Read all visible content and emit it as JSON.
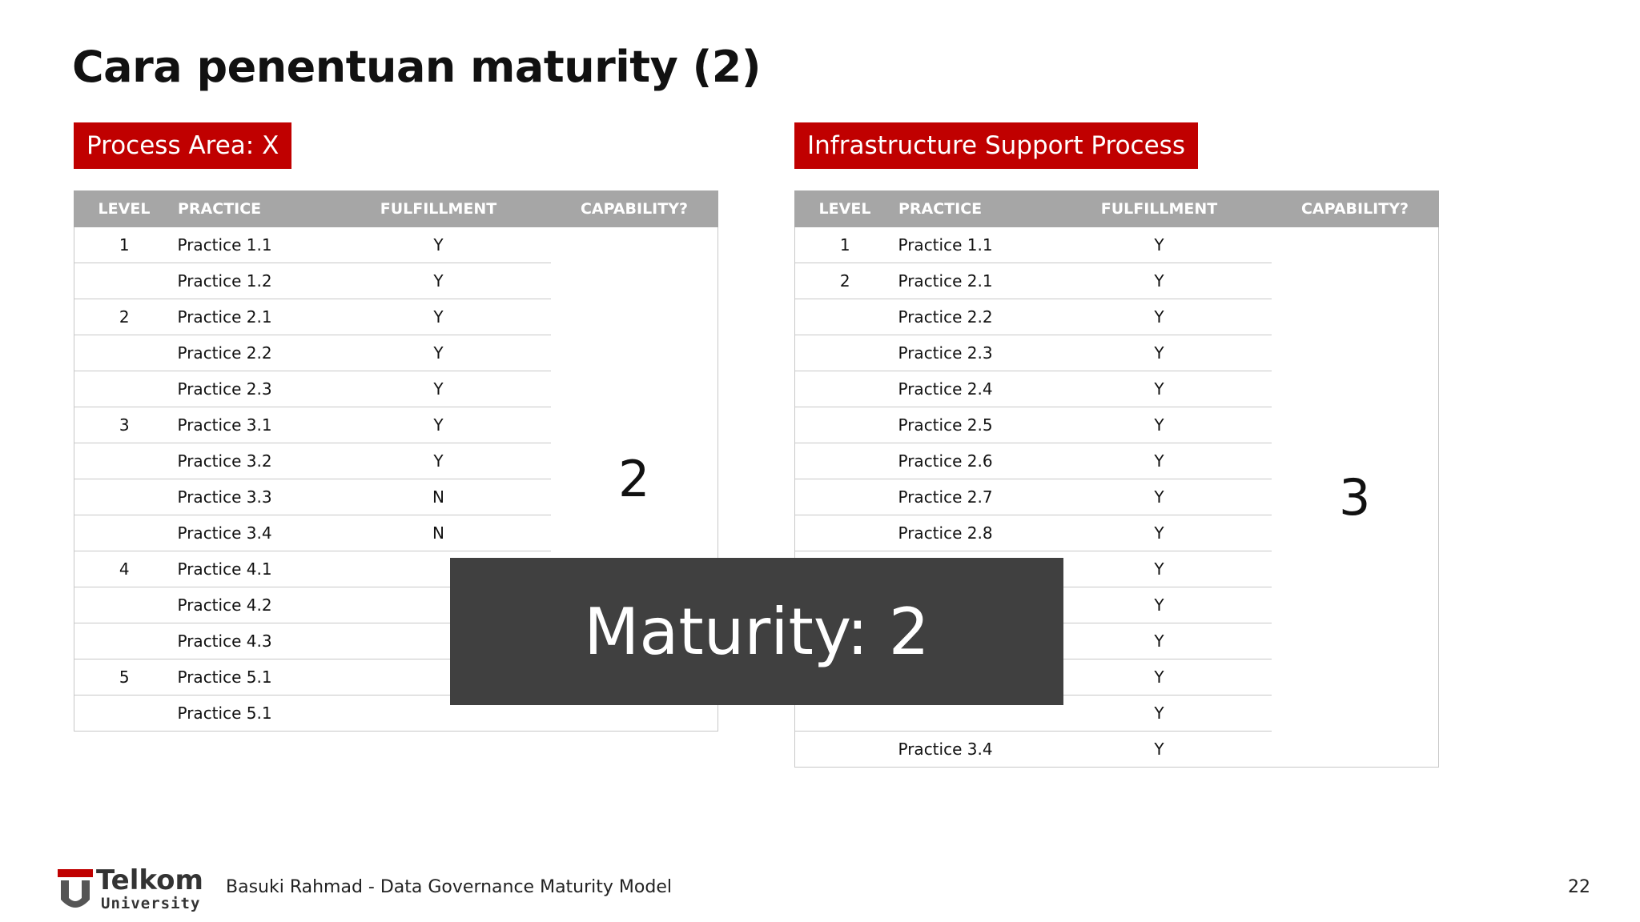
{
  "slide": {
    "title": "Cara penentuan maturity (2)"
  },
  "headers": {
    "level": "LEVEL",
    "practice": "PRACTICE",
    "fulfillment": "FULFILLMENT",
    "capability": "CAPABILITY?"
  },
  "left": {
    "box_label": "Process Area: X",
    "capability": "2",
    "rows": [
      {
        "level": "1",
        "practice": "Practice 1.1",
        "fulfillment": "Y"
      },
      {
        "level": "",
        "practice": "Practice 1.2",
        "fulfillment": "Y"
      },
      {
        "level": "2",
        "practice": "Practice 2.1",
        "fulfillment": "Y"
      },
      {
        "level": "",
        "practice": "Practice 2.2",
        "fulfillment": "Y"
      },
      {
        "level": "",
        "practice": "Practice 2.3",
        "fulfillment": "Y"
      },
      {
        "level": "3",
        "practice": "Practice 3.1",
        "fulfillment": "Y"
      },
      {
        "level": "",
        "practice": "Practice 3.2",
        "fulfillment": "Y"
      },
      {
        "level": "",
        "practice": "Practice 3.3",
        "fulfillment": "N"
      },
      {
        "level": "",
        "practice": "Practice 3.4",
        "fulfillment": "N"
      },
      {
        "level": "4",
        "practice": "Practice 4.1",
        "fulfillment": ""
      },
      {
        "level": "",
        "practice": "Practice 4.2",
        "fulfillment": ""
      },
      {
        "level": "",
        "practice": "Practice 4.3",
        "fulfillment": ""
      },
      {
        "level": "5",
        "practice": "Practice 5.1",
        "fulfillment": ""
      },
      {
        "level": "",
        "practice": "Practice 5.1",
        "fulfillment": ""
      }
    ]
  },
  "right": {
    "box_label": "Infrastructure Support Process",
    "capability": "3",
    "rows": [
      {
        "level": "1",
        "practice": "Practice 1.1",
        "fulfillment": "Y"
      },
      {
        "level": "2",
        "practice": "Practice 2.1",
        "fulfillment": "Y"
      },
      {
        "level": "",
        "practice": "Practice 2.2",
        "fulfillment": "Y"
      },
      {
        "level": "",
        "practice": "Practice 2.3",
        "fulfillment": "Y"
      },
      {
        "level": "",
        "practice": "Practice 2.4",
        "fulfillment": "Y"
      },
      {
        "level": "",
        "practice": "Practice 2.5",
        "fulfillment": "Y"
      },
      {
        "level": "",
        "practice": "Practice 2.6",
        "fulfillment": "Y"
      },
      {
        "level": "",
        "practice": "Practice 2.7",
        "fulfillment": "Y"
      },
      {
        "level": "",
        "practice": "Practice 2.8",
        "fulfillment": "Y"
      },
      {
        "level": "",
        "practice": "",
        "fulfillment": "Y"
      },
      {
        "level": "",
        "practice": "",
        "fulfillment": "Y"
      },
      {
        "level": "",
        "practice": "",
        "fulfillment": "Y"
      },
      {
        "level": "",
        "practice": "",
        "fulfillment": "Y"
      },
      {
        "level": "",
        "practice": "",
        "fulfillment": "Y"
      },
      {
        "level": "",
        "practice": "Practice 3.4",
        "fulfillment": "Y"
      }
    ]
  },
  "overlay": {
    "text": "Maturity: 2"
  },
  "footer": {
    "logo_word1": "Telkom",
    "logo_word2": "University",
    "text": "Basuki Rahmad - Data Governance Maturity Model",
    "page": "22"
  },
  "colors": {
    "accent": "#c00000",
    "header_bg": "#a6a6a6",
    "overlay_bg": "#404040"
  }
}
